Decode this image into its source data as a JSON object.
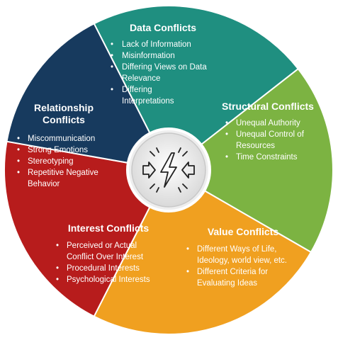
{
  "segments": [
    {
      "id": "data",
      "color": "#1f8f80",
      "title": [
        "Data Conflicts"
      ],
      "items": [
        [
          "Lack of Information"
        ],
        [
          "Misinformation"
        ],
        [
          "Differing Views on Data",
          "Relevance"
        ],
        [
          "Differing",
          "Interpretations"
        ]
      ]
    },
    {
      "id": "structural",
      "color": "#7cb342",
      "title": [
        "Structural Conflicts"
      ],
      "items": [
        [
          "Unequal Authority"
        ],
        [
          "Unequal Control of",
          "Resources"
        ],
        [
          "Time Constraints"
        ]
      ]
    },
    {
      "id": "value",
      "color": "#f0a020",
      "title": [
        "Value Conflicts"
      ],
      "items": [
        [
          "Different Ways of Life,",
          "Ideology, world view, etc."
        ],
        [
          "Different Criteria for",
          "Evaluating Ideas"
        ]
      ]
    },
    {
      "id": "interest",
      "color": "#b71c1c",
      "title": [
        "Interest Conflicts"
      ],
      "items": [
        [
          "Perceived or Actual",
          "Conflict Over Interest"
        ],
        [
          "Procedural Interests"
        ],
        [
          "Psychological Interests"
        ]
      ]
    },
    {
      "id": "relationship",
      "color": "#173a5e",
      "title": [
        "Relationship",
        "Conflicts"
      ],
      "items": [
        [
          "Miscommunication"
        ],
        [
          "Strong Emotions"
        ],
        [
          "Stereotyping"
        ],
        [
          "Repetitive Negative",
          "Behavior"
        ]
      ]
    }
  ],
  "center_icon": "conflict-lightning-icon"
}
